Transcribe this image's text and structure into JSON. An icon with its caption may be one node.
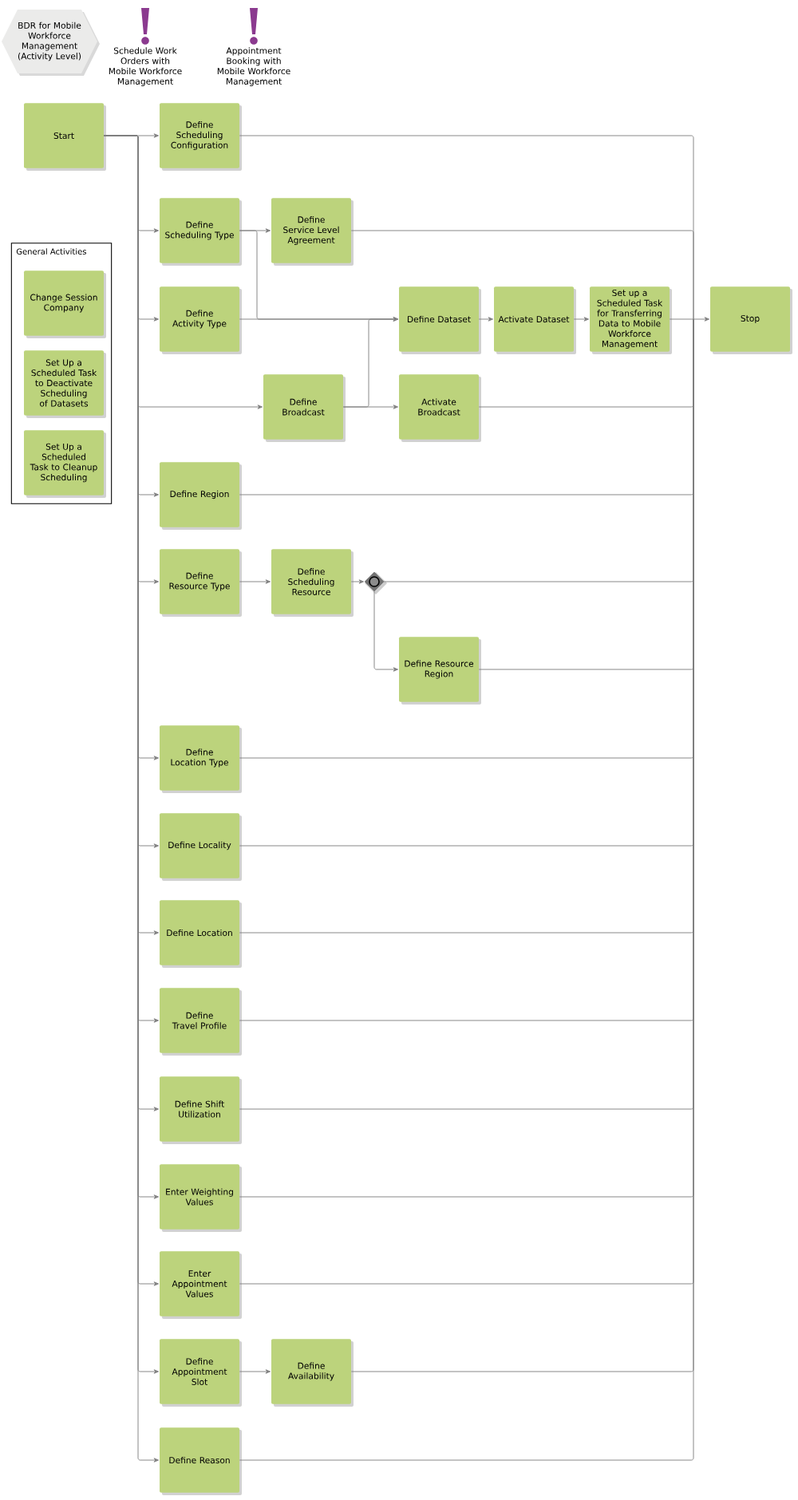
{
  "diagram": {
    "nodes": [
      {
        "text": [
          "BDR for Mobile Workforce Management (Activity Level)"
        ]
      },
      {
        "text": [
          "Schedule Work Orders with Mobile Workforce Management"
        ]
      },
      {
        "text": [
          "Appointment Booking with Mobile Workforce Management"
        ]
      },
      {
        "text": [
          "Start"
        ]
      },
      {
        "text": [
          "Define Scheduling Configuration"
        ]
      },
      {
        "text": [
          "Define Scheduling Type"
        ]
      },
      {
        "text": [
          "Define Service Level Agreement"
        ]
      },
      {
        "text": [
          "General Activities"
        ]
      },
      {
        "text": [
          "Change Session Company"
        ],
        "in": 7
      },
      {
        "text": [
          "Set Up a Scheduled Task to Deactivate Scheduling of Datasets"
        ],
        "in": 7
      },
      {
        "text": [
          "Set Up a Scheduled Task to Cleanup Scheduling"
        ],
        "in": 7
      },
      {
        "text": [
          "Define Activity Type"
        ]
      },
      {
        "text": [
          "Define Dataset"
        ]
      },
      {
        "text": [
          "Activate Dataset"
        ]
      },
      {
        "text": [
          "Set up a Scheduled Task for Transferring Data to Mobile Workforce Management"
        ]
      },
      {
        "text": [
          "Stop"
        ]
      },
      {
        "text": [
          "Define Broadcast"
        ]
      },
      {
        "text": [
          "Activate Broadcast"
        ]
      },
      {
        "text": [
          "Define Region"
        ]
      },
      {
        "text": [
          "Define Resource Type"
        ]
      },
      {
        "text": [
          "Define Scheduling Resource"
        ]
      },
      {
        "text": [],
        "shape": "diamond"
      },
      {
        "text": [
          "Define Resource Region"
        ]
      },
      {
        "text": [
          "Define Location Type"
        ]
      },
      {
        "text": [
          "Define Locality"
        ]
      },
      {
        "text": [
          "Define Location"
        ]
      },
      {
        "text": [
          "Define Travel Profile"
        ]
      },
      {
        "text": [
          "Define Shift Utilization"
        ]
      },
      {
        "text": [
          "Enter Weighting Values"
        ]
      },
      {
        "text": [
          "Enter Appointment Values"
        ]
      },
      {
        "text": [
          "Define Appointment Slot"
        ]
      },
      {
        "text": [
          "Define Availability"
        ]
      },
      {
        "text": [
          "Define Reason"
        ]
      }
    ],
    "edges": [
      {
        "from": 3,
        "to": 4,
        "arrow": "to"
      },
      {
        "from": 3,
        "to": 5,
        "arrow": "to"
      },
      {
        "from": 3,
        "to": 11,
        "arrow": "to"
      },
      {
        "from": 3,
        "to": 16,
        "arrow": "to"
      },
      {
        "from": 3,
        "to": 18,
        "arrow": "to"
      },
      {
        "from": 3,
        "to": 19,
        "arrow": "to"
      },
      {
        "from": 3,
        "to": 23,
        "arrow": "to"
      },
      {
        "from": 3,
        "to": 24,
        "arrow": "to"
      },
      {
        "from": 3,
        "to": 25,
        "arrow": "to"
      },
      {
        "from": 3,
        "to": 26,
        "arrow": "to"
      },
      {
        "from": 3,
        "to": 27,
        "arrow": "to"
      },
      {
        "from": 3,
        "to": 28,
        "arrow": "to"
      },
      {
        "from": 3,
        "to": 29,
        "arrow": "to"
      },
      {
        "from": 3,
        "to": 30,
        "arrow": "to"
      },
      {
        "from": 3,
        "to": 32,
        "arrow": "to"
      },
      {
        "from": 5,
        "to": 6,
        "arrow": "to"
      },
      {
        "from": 5,
        "to": 12,
        "arrow": "to"
      },
      {
        "from": 11,
        "to": 12,
        "arrow": "to"
      },
      {
        "from": 16,
        "to": 12,
        "arrow": "to"
      },
      {
        "from": 16,
        "to": 17,
        "arrow": "to"
      },
      {
        "from": 12,
        "to": 13,
        "arrow": "to"
      },
      {
        "from": 13,
        "to": 14,
        "arrow": "to"
      },
      {
        "from": 14,
        "to": 15,
        "arrow": "to"
      },
      {
        "from": 19,
        "to": 20,
        "arrow": "to"
      },
      {
        "from": 20,
        "to": 21,
        "arrow": "to"
      },
      {
        "from": 21,
        "to": 22,
        "arrow": "to"
      },
      {
        "from": 30,
        "to": 31,
        "arrow": "to"
      },
      {
        "from": 4,
        "to": 15,
        "arrow": "to"
      },
      {
        "from": 6,
        "to": 15,
        "arrow": "to"
      },
      {
        "from": 17,
        "to": 15,
        "arrow": "to"
      },
      {
        "from": 18,
        "to": 15,
        "arrow": "to"
      },
      {
        "from": 21,
        "to": 15,
        "arrow": "to"
      },
      {
        "from": 22,
        "to": 15,
        "arrow": "to"
      },
      {
        "from": 23,
        "to": 15,
        "arrow": "to"
      },
      {
        "from": 24,
        "to": 15,
        "arrow": "to"
      },
      {
        "from": 25,
        "to": 15,
        "arrow": "to"
      },
      {
        "from": 26,
        "to": 15,
        "arrow": "to"
      },
      {
        "from": 27,
        "to": 15,
        "arrow": "to"
      },
      {
        "from": 28,
        "to": 15,
        "arrow": "to"
      },
      {
        "from": 29,
        "to": 15,
        "arrow": "to"
      },
      {
        "from": 31,
        "to": 15,
        "arrow": "to"
      },
      {
        "from": 32,
        "to": 15,
        "arrow": "to"
      }
    ]
  }
}
